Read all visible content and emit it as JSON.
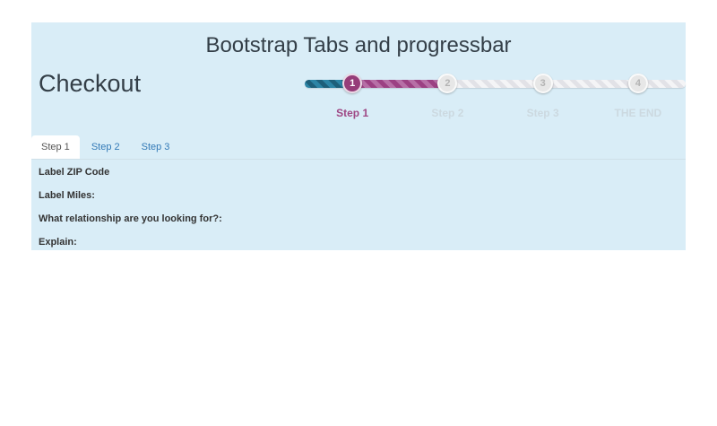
{
  "title": "Bootstrap Tabs and progressbar",
  "checkout": {
    "heading": "Checkout"
  },
  "progress": {
    "steps": [
      {
        "number": "1",
        "label": "Step 1",
        "state": "active"
      },
      {
        "number": "2",
        "label": "Step 2",
        "state": "upcoming"
      },
      {
        "number": "3",
        "label": "Step 3",
        "state": "upcoming"
      },
      {
        "number": "4",
        "label": "THE END",
        "state": "upcoming"
      }
    ]
  },
  "tabs": {
    "items": [
      {
        "label": "Step 1",
        "active": true
      },
      {
        "label": "Step 2",
        "active": false
      },
      {
        "label": "Step 3",
        "active": false
      }
    ]
  },
  "form": {
    "labels": [
      "Label ZIP Code",
      "Label Miles:",
      "What relationship are you looking for?:",
      "Explain:"
    ]
  },
  "colors": {
    "panel_background": "#d9edf7",
    "progress_teal": "#1d5f7a",
    "progress_magenta": "#9c4183",
    "active_circle": "#963d79",
    "inactive_circle": "#e7e7e7",
    "active_step_label": "#9e4784",
    "inactive_step_label": "#ccd9e0",
    "tab_link_blue": "#337ab7",
    "heading_text": "#333e47"
  }
}
